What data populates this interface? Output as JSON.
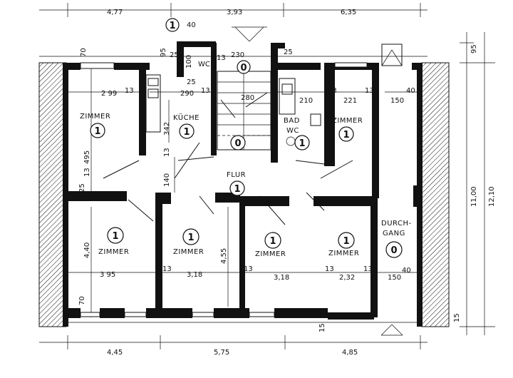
{
  "dimensions": {
    "top": [
      "4,77",
      "3,93",
      "6,35"
    ],
    "bottom": [
      "4,45",
      "5,75",
      "4,85"
    ],
    "right": [
      "95",
      "11,00",
      "12,10",
      "15"
    ],
    "small": [
      "40",
      "70",
      "95",
      "25",
      "100",
      "13",
      "230",
      "25",
      "2 99",
      "13",
      "290",
      "25",
      "13",
      "280",
      "210",
      "13",
      "221",
      "13",
      "150",
      "40",
      "342",
      "495",
      "25",
      "13",
      "140",
      "13",
      "4,40",
      "3 95",
      "13",
      "3,18",
      "13",
      "3,18",
      "13",
      "2,32",
      "13",
      "40",
      "150",
      "4,55",
      "70",
      "15"
    ]
  },
  "rooms": [
    {
      "label": "ZIMMER",
      "num": "1"
    },
    {
      "label": "KÜCHE",
      "num": "1"
    },
    {
      "label": "BAD\nWC",
      "num": "1"
    },
    {
      "label": "ZIMMER",
      "num": "1"
    },
    {
      "label": "FLUR",
      "num": "1"
    },
    {
      "label": "ZIMMER",
      "num": "1"
    },
    {
      "label": "ZIMMER",
      "num": "1"
    },
    {
      "label": "ZIMMER",
      "num": "1"
    },
    {
      "label": "ZIMMER",
      "num": "1"
    },
    {
      "label": "DURCH-\nGANG",
      "num": "0"
    }
  ],
  "stair": {
    "num": "0"
  },
  "wc": {
    "label": "WC"
  },
  "shaft": {
    "num": "0"
  },
  "entry": {
    "num": "1"
  },
  "labels": {
    "zimmer": "ZIMMER",
    "kueche": "KÜCHE",
    "bad": "BAD",
    "wc": "WC",
    "flur": "FLUR",
    "durch": "DURCH-",
    "gang": "GANG"
  },
  "nums": {
    "one": "1",
    "zero": "0"
  }
}
